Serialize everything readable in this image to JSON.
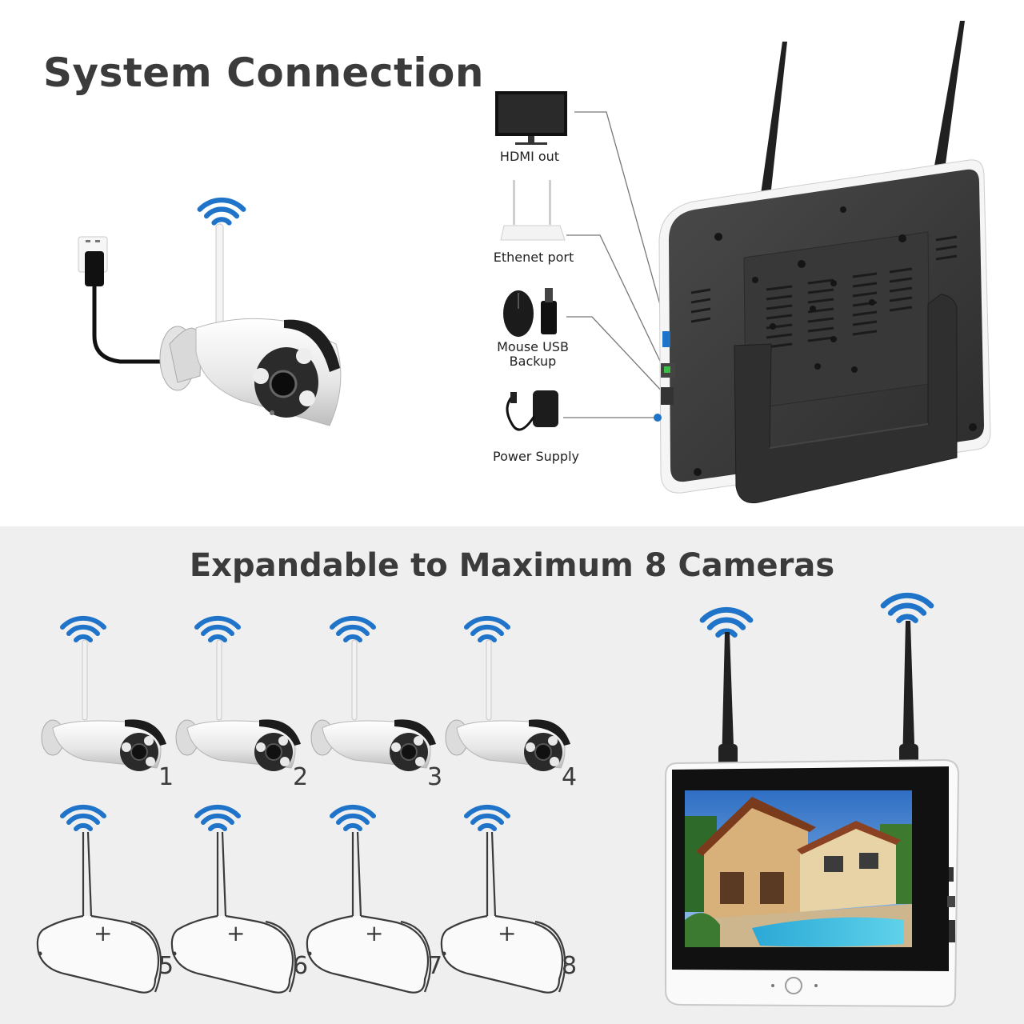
{
  "header": {
    "title": "System Connection"
  },
  "ports": [
    {
      "label": "HDMI out",
      "icon": "monitor-icon"
    },
    {
      "label": "Ethenet port",
      "icon": "router-icon"
    },
    {
      "label": "Mouse USB\nBackup",
      "icon": "mouse-usb-icon"
    },
    {
      "label": "Power Supply",
      "icon": "power-adapter-icon"
    }
  ],
  "expand": {
    "title": "Expandable to Maximum 8 Cameras",
    "installed": [
      "1",
      "2",
      "3",
      "4"
    ],
    "optional": [
      "5",
      "6",
      "7",
      "8"
    ],
    "optional_mark": "+"
  },
  "colors": {
    "wifi": "#1f74c9",
    "text": "#3b3b3b",
    "device_dark": "#3a3a3a",
    "bottom_bg": "#efefef"
  }
}
